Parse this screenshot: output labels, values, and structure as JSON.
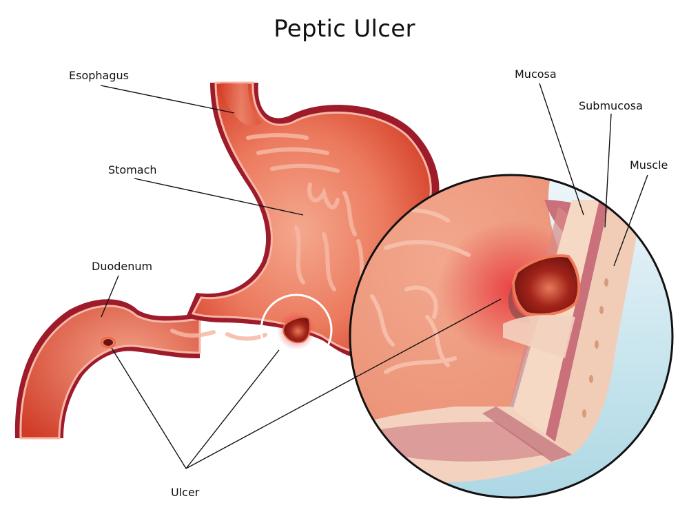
{
  "title": "Peptic Ulcer",
  "labels": {
    "esophagus": "Esophagus",
    "stomach": "Stomach",
    "duodenum": "Duodenum",
    "ulcer": "Ulcer",
    "mucosa": "Mucosa",
    "submucosa": "Submucosa",
    "muscle": "Muscle"
  },
  "colors": {
    "tissue_light": "#f2a48a",
    "tissue_mid": "#e8654a",
    "tissue_dark": "#c8301f",
    "outer_wall": "#9e1b2a",
    "lining": "#f7b7a8",
    "ulcer_core": "#7a1410",
    "layer_cream": "#f6d9c4",
    "layer_muscle": "#c9707a",
    "background_blue": "#cfe7f0",
    "highlight_ring": "#ffffff",
    "leader_line": "#111111"
  }
}
